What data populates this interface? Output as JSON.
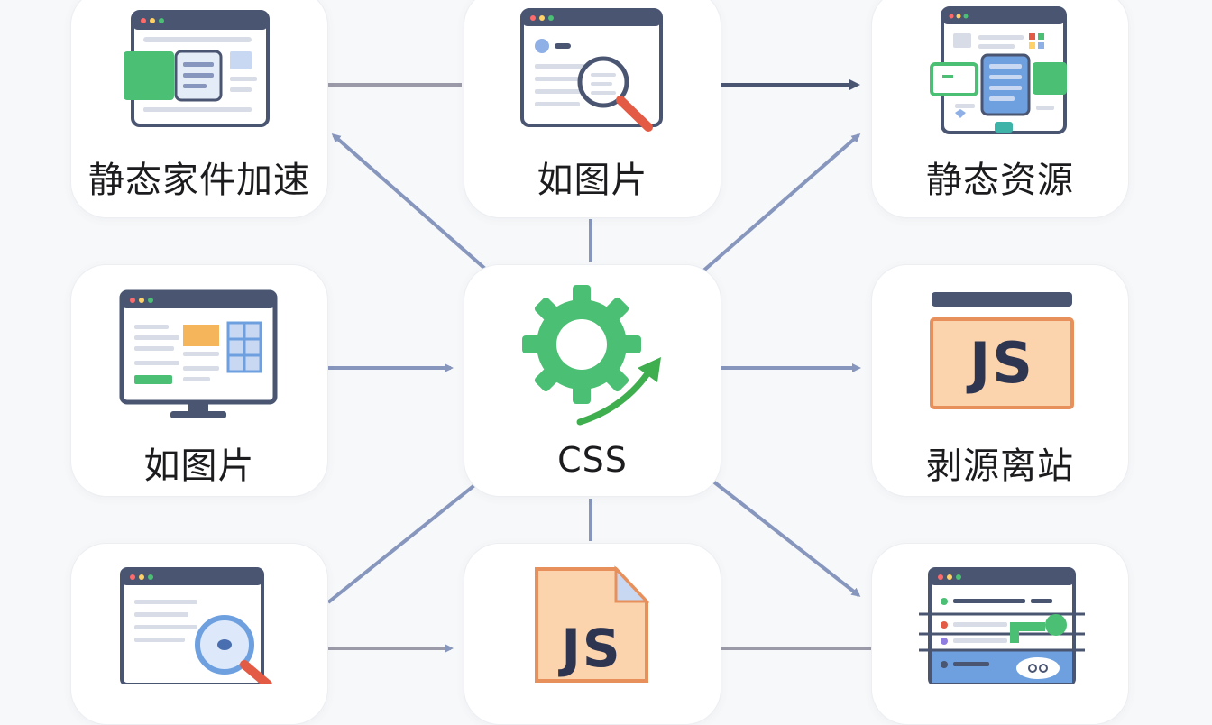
{
  "nodes": {
    "top_left": {
      "label": "静态家件加速",
      "icon": "browser-window-icon"
    },
    "top_center": {
      "label": "如图片",
      "icon": "search-page-icon"
    },
    "top_right": {
      "label": "静态资源",
      "icon": "dashboard-window-icon"
    },
    "mid_left": {
      "label": "如图片",
      "icon": "monitor-icon"
    },
    "center": {
      "label": "CSS",
      "icon": "gear-arrow-icon"
    },
    "mid_right": {
      "label": "剥源离站",
      "icon": "js-window-icon",
      "badge": "JS"
    },
    "bottom_left": {
      "label": "",
      "icon": "search-page-icon"
    },
    "bottom_center": {
      "label": "",
      "icon": "js-file-icon",
      "badge": "JS"
    },
    "bottom_right": {
      "label": "",
      "icon": "settings-window-icon"
    }
  },
  "colors": {
    "arrow": "#7e8eb8",
    "arrow_dark": "#4a5572",
    "green": "#4bbf73",
    "orange_fill": "#fbd3ac",
    "orange_stroke": "#e7905b",
    "window_bar": "#4a5572"
  }
}
